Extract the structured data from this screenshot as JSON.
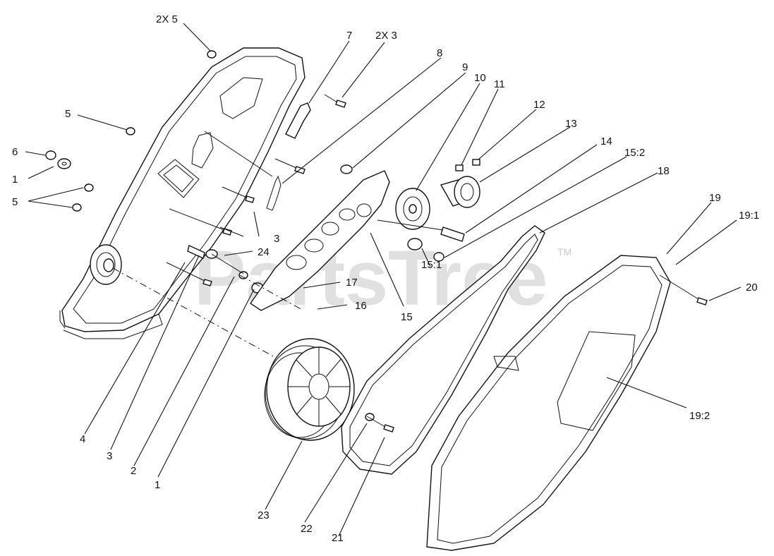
{
  "watermark": {
    "text": "PartsTree",
    "trademark": "TM"
  },
  "callouts": [
    {
      "id": "c-2x5",
      "text": "2X 5"
    },
    {
      "id": "c-7",
      "text": "7"
    },
    {
      "id": "c-2x3",
      "text": "2X 3"
    },
    {
      "id": "c-8",
      "text": "8"
    },
    {
      "id": "c-9",
      "text": "9"
    },
    {
      "id": "c-10",
      "text": "10"
    },
    {
      "id": "c-11",
      "text": "11"
    },
    {
      "id": "c-12",
      "text": "12"
    },
    {
      "id": "c-13",
      "text": "13"
    },
    {
      "id": "c-14",
      "text": "14"
    },
    {
      "id": "c-15-2",
      "text": "15:2"
    },
    {
      "id": "c-18",
      "text": "18"
    },
    {
      "id": "c-19",
      "text": "19"
    },
    {
      "id": "c-19-1",
      "text": "19:1"
    },
    {
      "id": "c-20",
      "text": "20"
    },
    {
      "id": "c-19-2",
      "text": "19:2"
    },
    {
      "id": "c-5a",
      "text": "5"
    },
    {
      "id": "c-6",
      "text": "6"
    },
    {
      "id": "c-1a",
      "text": "1"
    },
    {
      "id": "c-5b",
      "text": "5"
    },
    {
      "id": "c-3a",
      "text": "3"
    },
    {
      "id": "c-24",
      "text": "24"
    },
    {
      "id": "c-17",
      "text": "17"
    },
    {
      "id": "c-16",
      "text": "16"
    },
    {
      "id": "c-15",
      "text": "15"
    },
    {
      "id": "c-15-1",
      "text": "15:1"
    },
    {
      "id": "c-4",
      "text": "4"
    },
    {
      "id": "c-3b",
      "text": "3"
    },
    {
      "id": "c-2",
      "text": "2"
    },
    {
      "id": "c-1b",
      "text": "1"
    },
    {
      "id": "c-23",
      "text": "23"
    },
    {
      "id": "c-22",
      "text": "22"
    },
    {
      "id": "c-21",
      "text": "21"
    }
  ]
}
